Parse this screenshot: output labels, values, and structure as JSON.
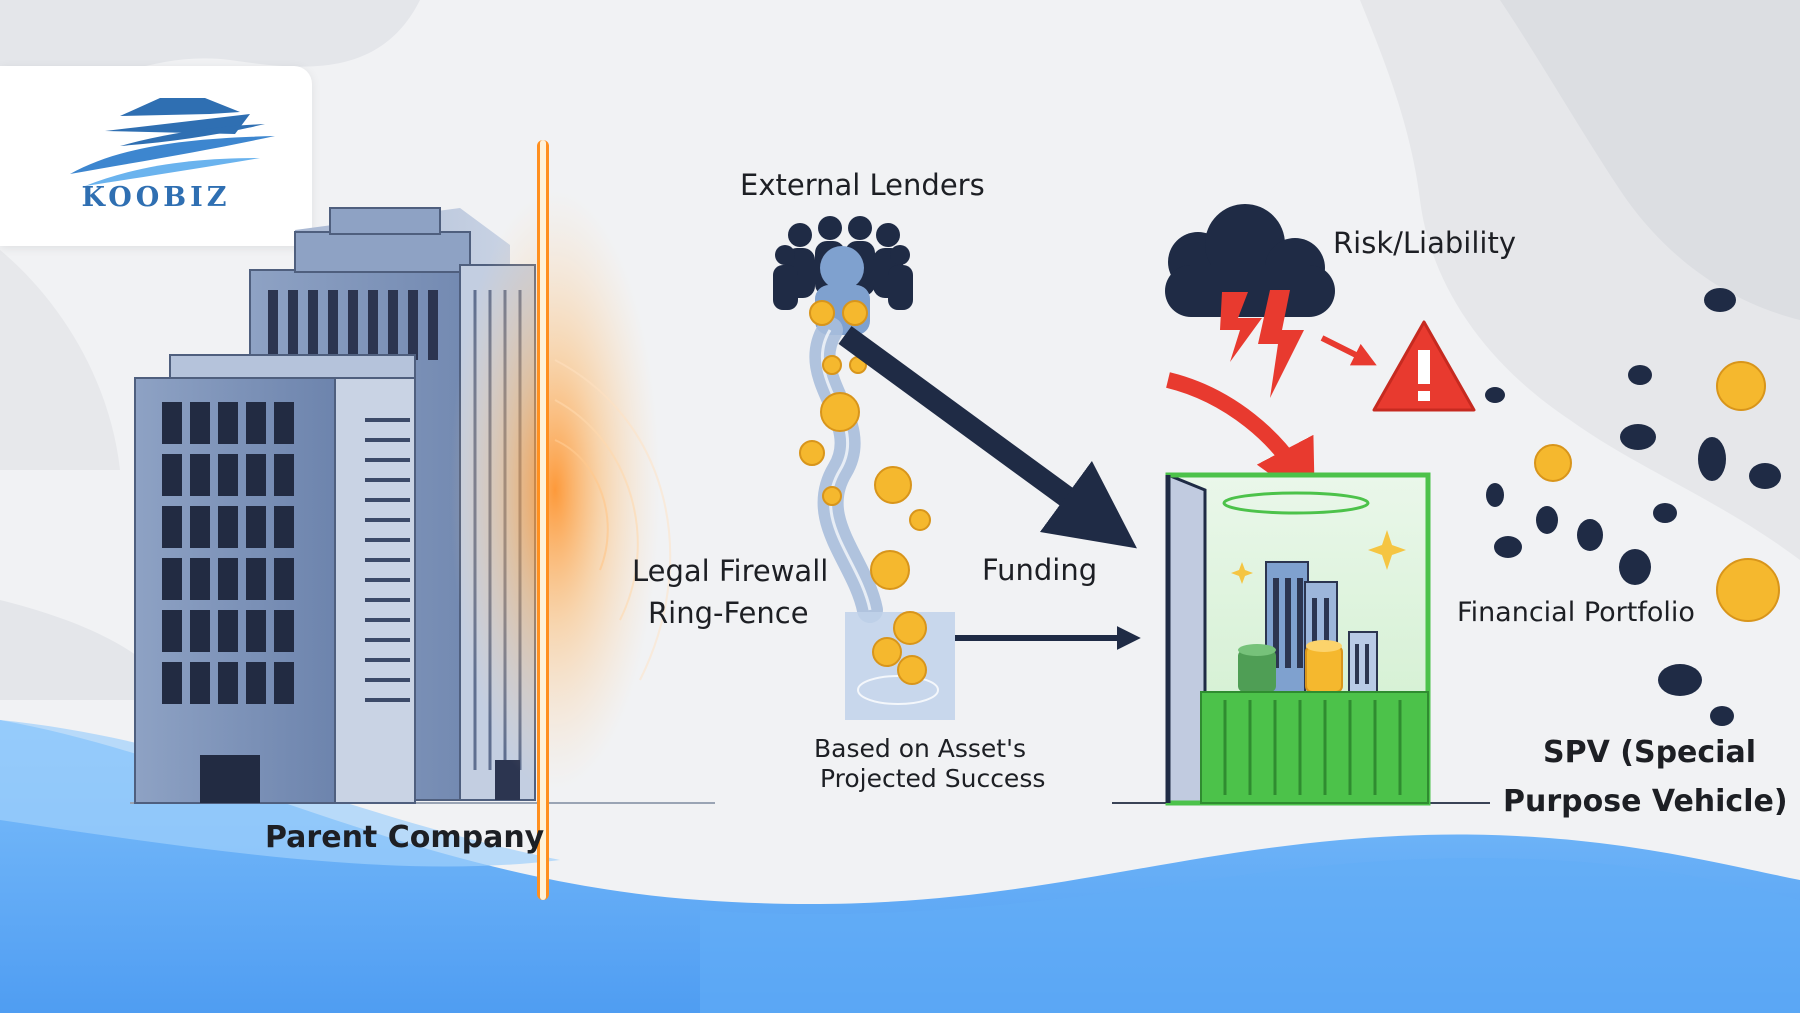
{
  "logo": {
    "brand_name": "KOOBIZ"
  },
  "diagram": {
    "parent_company": "Parent Company",
    "firewall": [
      "Legal Firewall",
      "Ring-Fence"
    ],
    "external_lenders": "External Lenders",
    "funding": "Funding",
    "funding_basis": [
      "Based on Asset's",
      "Projected Success"
    ],
    "risk_liability": "Risk/Liability",
    "financial_portfolio": "Financial Portfolio",
    "spv": [
      "SPV (Special",
      "Purpose Vehicle)"
    ]
  },
  "colors": {
    "firewall_glow": "#ff9a2e",
    "arrow_dark": "#1f2b45",
    "risk_red": "#e83a2f",
    "spv_green": "#4cc24a",
    "building_blue": "#7d93b8",
    "wave_blue": "#5ea8f5",
    "coin_gold": "#f5b82e"
  },
  "icons": [
    "ship-logo-icon",
    "office-building-icon",
    "lenders-group-icon",
    "storm-cloud-icon",
    "warning-triangle-icon",
    "coin-icon",
    "spv-container-icon"
  ]
}
